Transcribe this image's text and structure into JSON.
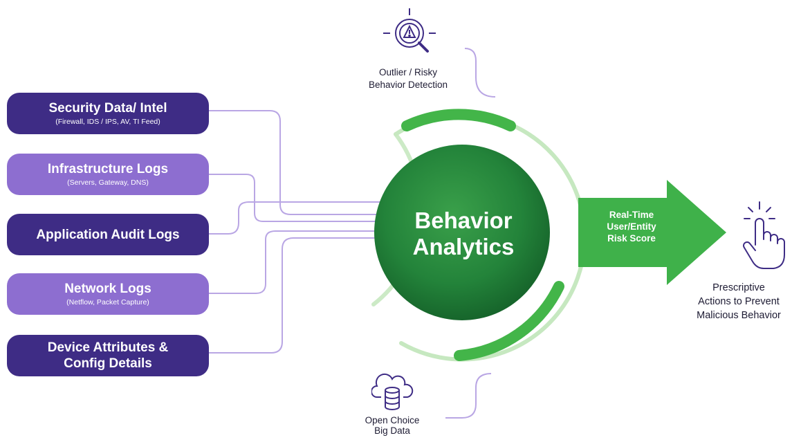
{
  "sources": [
    {
      "title": "Security Data/ Intel",
      "subtitle": "(Firewall, IDS / IPS,  AV,  TI Feed)"
    },
    {
      "title": "Infrastructure Logs",
      "subtitle": "(Servers, Gateway, DNS)"
    },
    {
      "title": "Application Audit Logs",
      "subtitle": ""
    },
    {
      "title": "Network Logs",
      "subtitle": "(Netflow, Packet Capture)"
    },
    {
      "title": "Device Attributes & Config Details",
      "subtitle": ""
    }
  ],
  "center": {
    "line1": "Behavior",
    "line2": "Analytics"
  },
  "outlier": {
    "line1": "Outlier / Risky",
    "line2": "Behavior Detection",
    "icon": "warning-search-icon"
  },
  "bigdata": {
    "line1": "Open Choice",
    "line2": "Big Data",
    "icon": "cloud-database-icon"
  },
  "arrow": {
    "line1": "Real-Time",
    "line2": "User/Entity",
    "line3": "Risk Score"
  },
  "actions": {
    "line1": "Prescriptive",
    "line2": "Actions to Prevent",
    "line3": "Malicious Behavior",
    "icon": "pointing-hand-icon"
  },
  "colors": {
    "dark_purple": "#3e2c85",
    "light_purple": "#8d6ed0",
    "wire": "#b9a6e4",
    "green": "#2e8b3c",
    "light_green": "#c6e8c0",
    "arc_green": "#43b549",
    "arrow_green": "#3fb14a"
  }
}
